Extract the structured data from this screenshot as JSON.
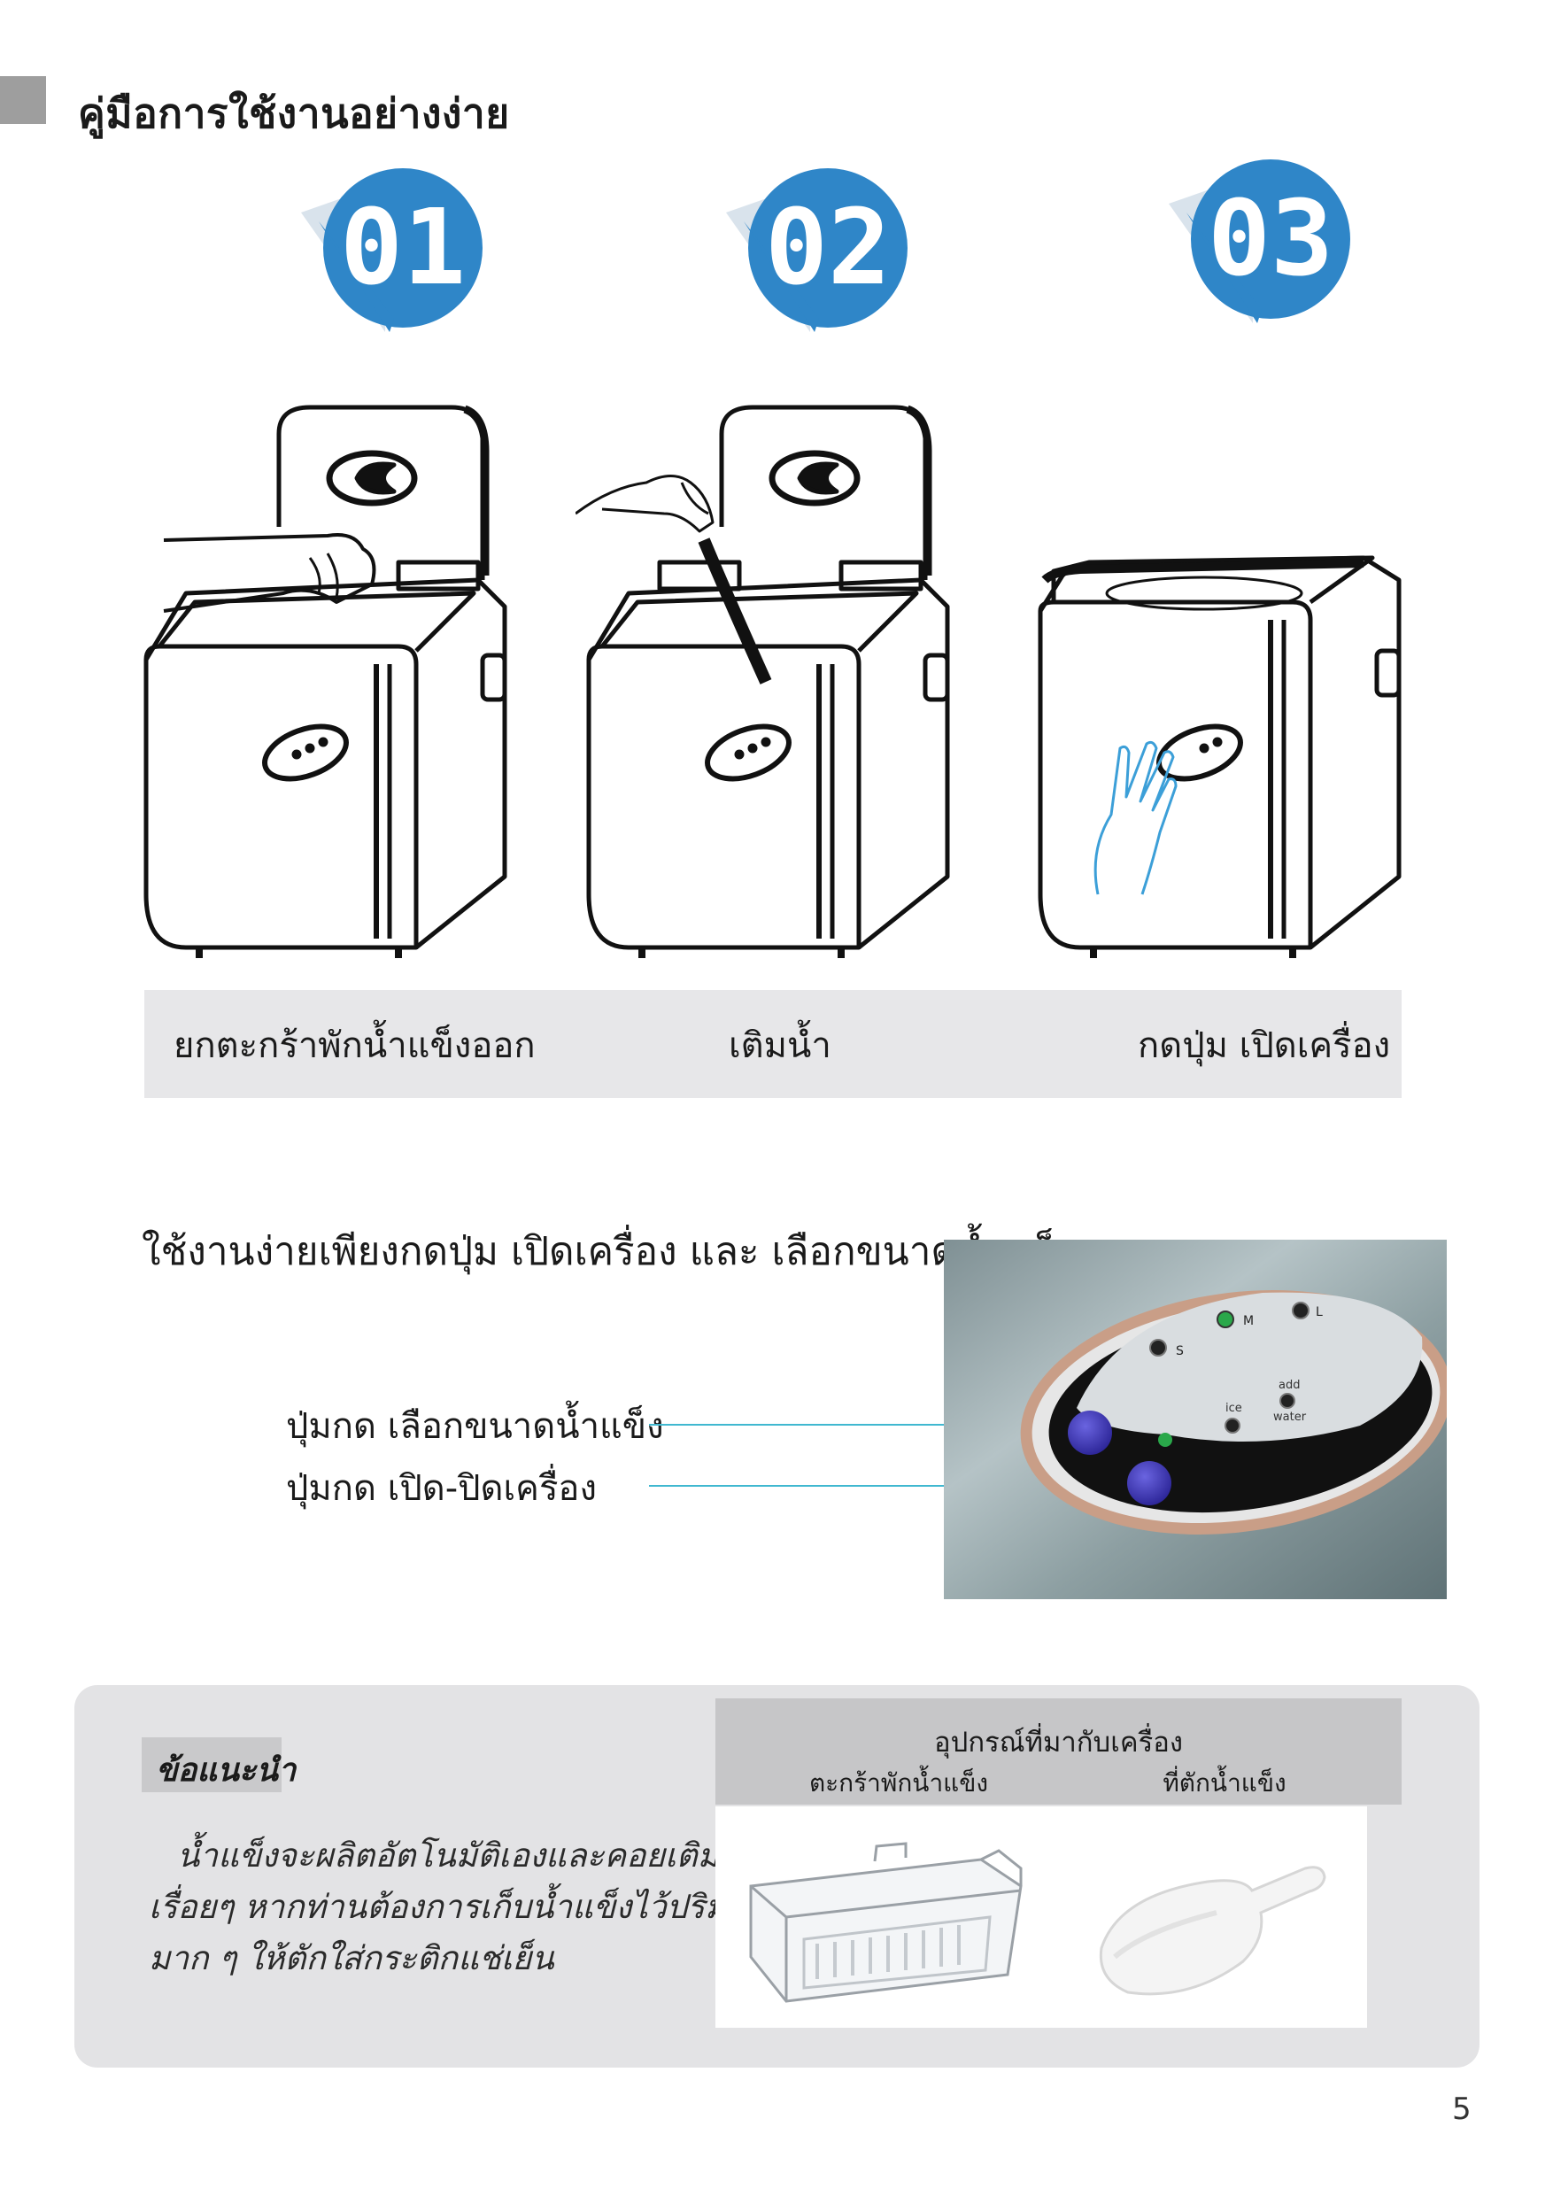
{
  "header": {
    "title": "คู่มือการใช้งานอย่างง่าย"
  },
  "steps": [
    {
      "number": "01",
      "caption": "ยกตะกร้าพักน้ำแข็งออก"
    },
    {
      "number": "02",
      "caption": "เติมน้ำ"
    },
    {
      "number": "03",
      "caption": "กดปุ่ม เปิดเครื่อง"
    }
  ],
  "controls_section": {
    "title": "ใช้งานง่ายเพียงกดปุ่ม เปิดเครื่อง และ เลือกขนาดน้ำแข็ง",
    "labels": [
      "ปุ่มกด เลือกขนาดน้ำแข็ง",
      "ปุ่มกด เปิด-ปิดเครื่อง"
    ],
    "panel_text": {
      "size_s": "S",
      "size_m": "M",
      "size_l": "L",
      "ice": "ice",
      "add": "add",
      "water": "water"
    }
  },
  "tips": {
    "heading": "ข้อแนะนำ",
    "lines": [
      "น้ำแข็งจะผลิตอัตโนมัติเองและคอยเติมอยู่",
      "เรื่อยๆ หากท่านต้องการเก็บน้ำแข็งไว้ปริมาณ",
      "มาก ๆ ให้ตักใส่กระติกแช่เย็น"
    ]
  },
  "accessories": {
    "title": "อุปกรณ์ที่มากับเครื่อง",
    "items": [
      {
        "label": "ตะกร้าพักน้ำแข็ง",
        "icon": "ice-basket-image"
      },
      {
        "label": "ที่ตักน้ำแข็ง",
        "icon": "ice-scoop-image"
      }
    ]
  },
  "page_number": "5",
  "colors": {
    "badge_blue": "#2f86c8",
    "leader_cyan": "#40b8d0",
    "caption_band": "#e7e7e9",
    "panel_gray": "#e3e3e5"
  }
}
